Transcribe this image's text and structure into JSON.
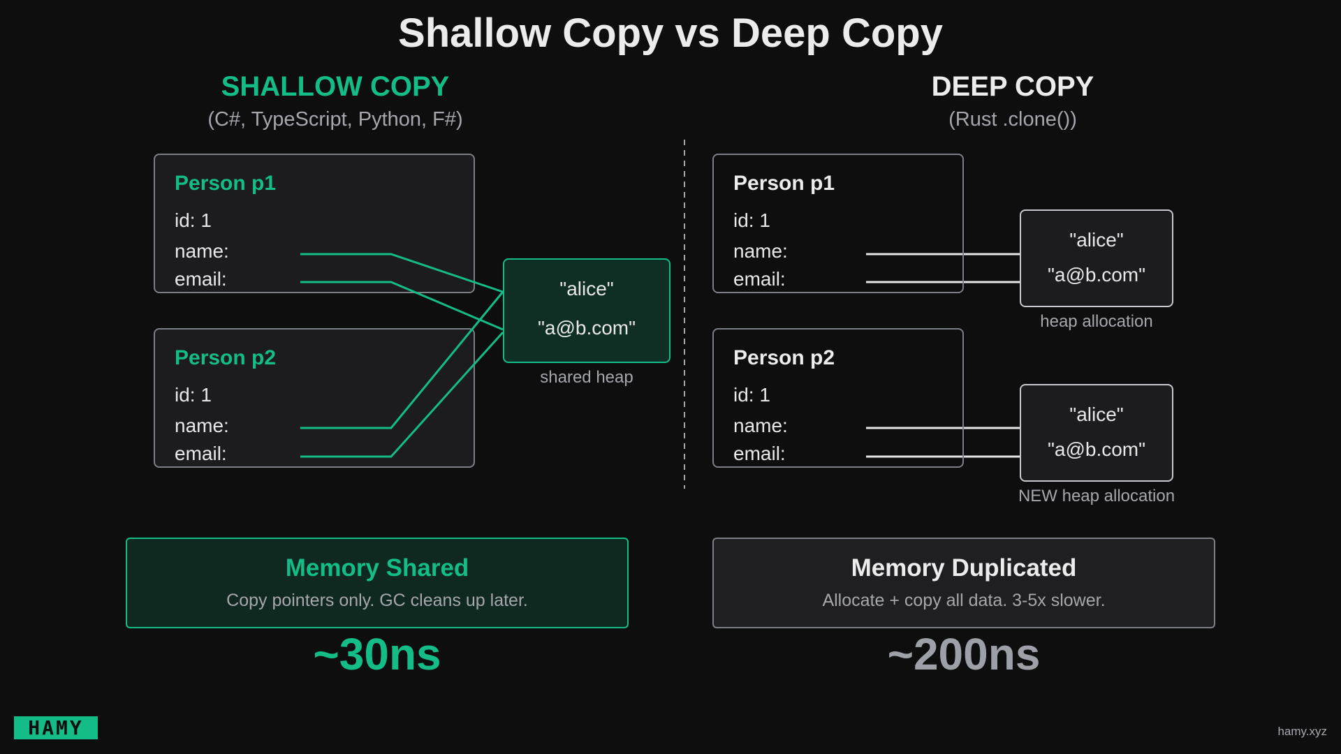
{
  "title": "Shallow Copy vs Deep Copy",
  "colors": {
    "accent": "#14bd87",
    "background": "#0e0e0f",
    "muted": "#9ea0a8"
  },
  "shallow": {
    "heading": "SHALLOW COPY",
    "subtitle": "(C#, TypeScript, Python, F#)",
    "p1": {
      "title": "Person p1",
      "id": "id: 1",
      "name": "name:",
      "email": "email:"
    },
    "p2": {
      "title": "Person p2",
      "id": "id: 1",
      "name": "name:",
      "email": "email:"
    },
    "heap": {
      "name": "\"alice\"",
      "email": "\"a@b.com\"",
      "label": "shared heap"
    },
    "summary": {
      "title": "Memory Shared",
      "desc": "Copy pointers only. GC cleans up later."
    },
    "time": "~30ns"
  },
  "deep": {
    "heading": "DEEP COPY",
    "subtitle": "(Rust .clone())",
    "p1": {
      "title": "Person p1",
      "id": "id: 1",
      "name": "name:",
      "email": "email:"
    },
    "p2": {
      "title": "Person p2",
      "id": "id: 1",
      "name": "name:",
      "email": "email:"
    },
    "heap1": {
      "name": "\"alice\"",
      "email": "\"a@b.com\"",
      "label": "heap allocation"
    },
    "heap2": {
      "name": "\"alice\"",
      "email": "\"a@b.com\"",
      "label": "NEW heap allocation"
    },
    "summary": {
      "title": "Memory Duplicated",
      "desc": "Allocate + copy all data. 3-5x slower."
    },
    "time": "~200ns"
  },
  "footer": {
    "logo": "HAMY",
    "site": "hamy.xyz"
  }
}
